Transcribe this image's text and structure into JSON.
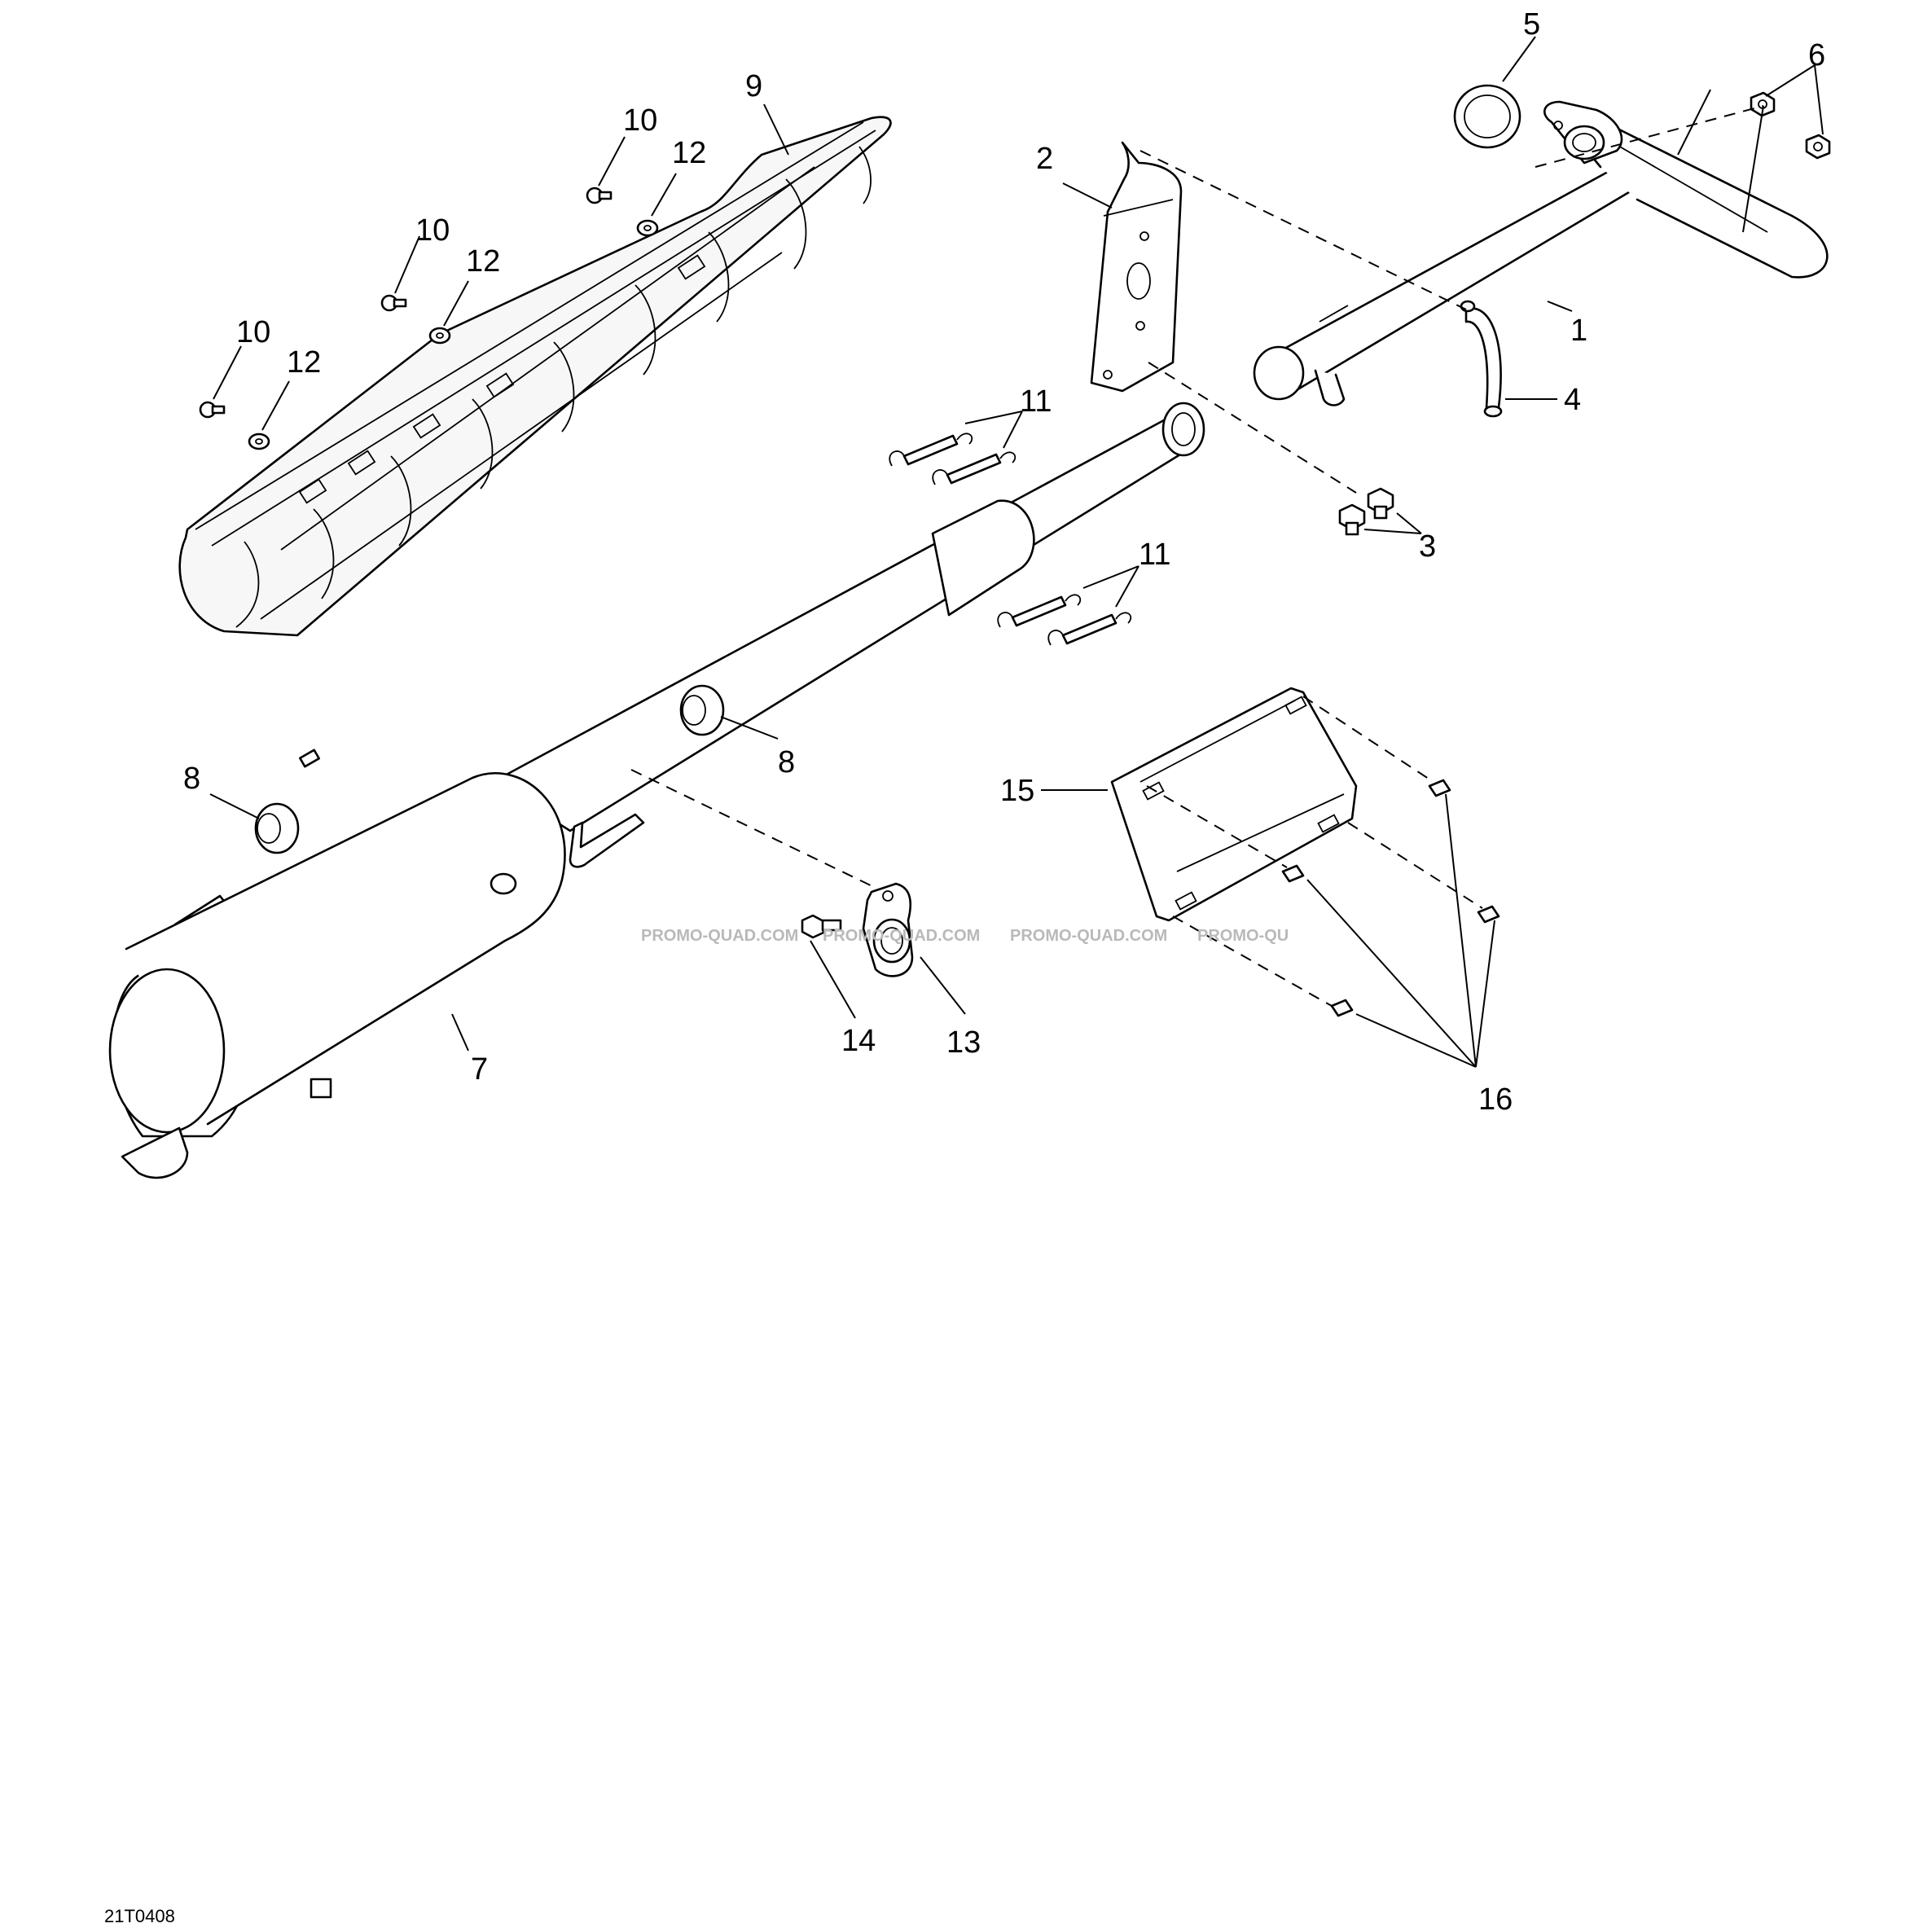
{
  "diagram": {
    "drawing_code": "21T0408",
    "watermark": [
      "PROMO-QUAD.COM",
      "PROMO-QUAD.COM",
      "PROMO-QUAD.COM",
      "PROMO-QU"
    ],
    "callouts": {
      "c1": "1",
      "c2": "2",
      "c3": "3",
      "c4": "4",
      "c5": "5",
      "c6": "6",
      "c7": "7",
      "c8a": "8",
      "c8b": "8",
      "c9": "9",
      "c10a": "10",
      "c10b": "10",
      "c10c": "10",
      "c11a": "11",
      "c11b": "11",
      "c12a": "12",
      "c12b": "12",
      "c12c": "12",
      "c13": "13",
      "c14": "14",
      "c15": "15",
      "c16": "16"
    }
  }
}
